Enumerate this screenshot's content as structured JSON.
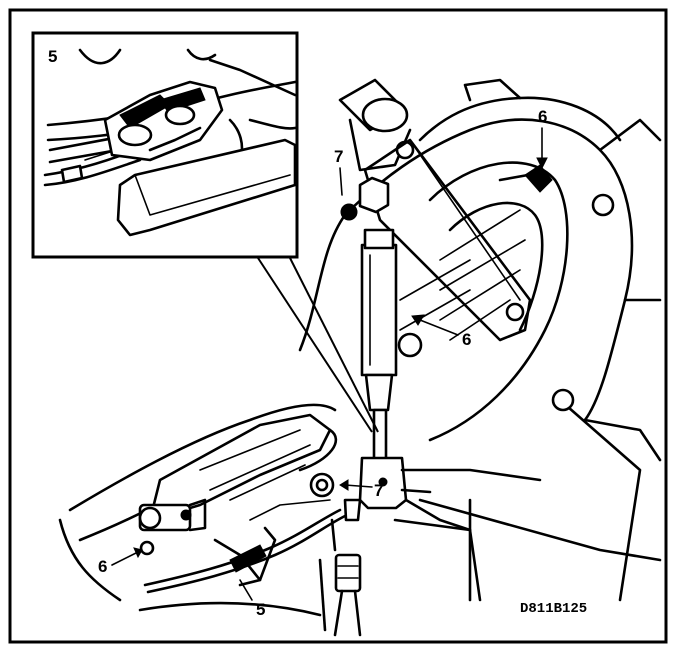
{
  "figure_code": "D811B125",
  "callouts": {
    "inset_5": "5",
    "top_6": "6",
    "top_7": "7",
    "mid_6": "6",
    "mid_7": "7",
    "bottom_6": "6",
    "bottom_5": "5"
  },
  "colors": {
    "ink": "#000000",
    "paper": "#ffffff"
  }
}
